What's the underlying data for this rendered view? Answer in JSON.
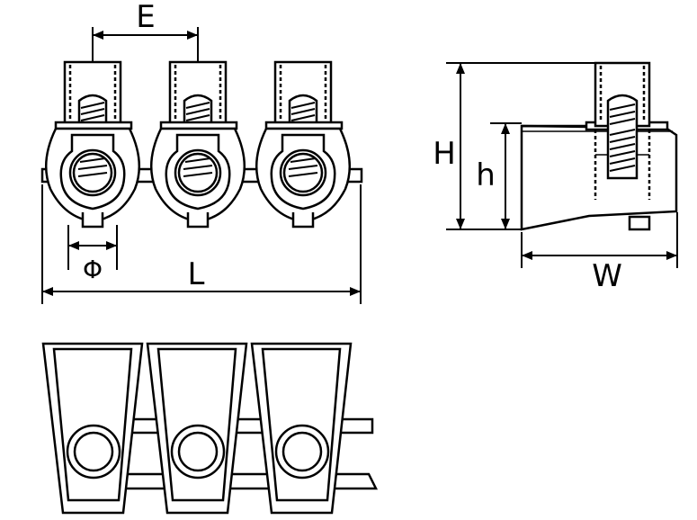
{
  "diagram": {
    "views": [
      "front-view",
      "side-view",
      "bottom-view"
    ],
    "terminal_count": 3,
    "dimension_labels": {
      "pitch": "E",
      "hole_diameter": "Φ",
      "overall_length": "L",
      "overall_height": "H",
      "body_height": "h",
      "width": "W"
    },
    "colors": {
      "stroke": "#000000",
      "background": "#ffffff"
    }
  }
}
